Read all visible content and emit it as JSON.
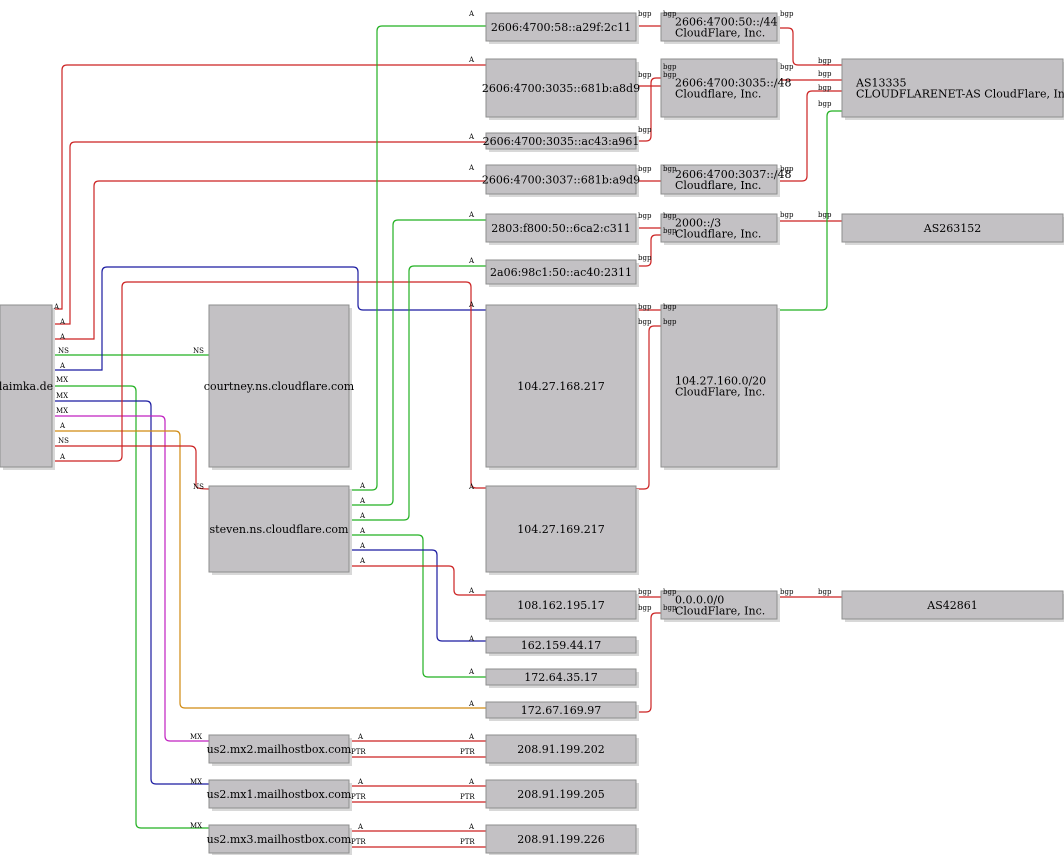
{
  "colors": {
    "green": "#22b022",
    "red": "#cc2222",
    "blue": "#1a1aa0",
    "magenta": "#c020c0",
    "orange": "#d08a10",
    "node_fill": "#c3c1c4"
  },
  "nodes": {
    "laimka": [
      "laimka.de"
    ],
    "courtney": [
      "courtney.ns.cloudflare.com"
    ],
    "steven": [
      "steven.ns.cloudflare.com"
    ],
    "ip_2606_58": [
      "2606:4700:58::a29f:2c11"
    ],
    "ip_3035_a8d9": [
      "2606:4700:3035::681b:a8d9"
    ],
    "ip_3035_a961": [
      "2606:4700:3035::ac43:a961"
    ],
    "ip_3037_a9d9": [
      "2606:4700:3037::681b:a9d9"
    ],
    "ip_2803": [
      "2803:f800:50::6ca2:c311"
    ],
    "ip_2a06": [
      "2a06:98c1:50::ac40:2311"
    ],
    "ip_168": [
      "104.27.168.217"
    ],
    "ip_169": [
      "104.27.169.217"
    ],
    "ip_108": [
      "108.162.195.17"
    ],
    "ip_162": [
      "162.159.44.17"
    ],
    "ip_172_64": [
      "172.64.35.17"
    ],
    "ip_172_67": [
      "172.67.169.97"
    ],
    "ip_202": [
      "208.91.199.202"
    ],
    "ip_205": [
      "208.91.199.205"
    ],
    "ip_226": [
      "208.91.199.226"
    ],
    "net_50_44": [
      "2606:4700:50::/44",
      "CloudFlare, Inc."
    ],
    "net_3035_48": [
      "2606:4700:3035::/48",
      "Cloudflare, Inc."
    ],
    "net_3037_48": [
      "2606:4700:3037::/48",
      "Cloudflare, Inc."
    ],
    "net_2000_3": [
      "2000::/3",
      "Cloudflare, Inc."
    ],
    "net_104_20": [
      "104.27.160.0/20",
      "CloudFlare, Inc."
    ],
    "net_0_0": [
      "0.0.0.0/0",
      "CloudFlare, Inc."
    ],
    "as13335": [
      "AS13335",
      "CLOUDFLARENET-AS CloudFlare, Inc."
    ],
    "as263152": [
      "AS263152"
    ],
    "as42861": [
      "AS42861"
    ],
    "mx2": [
      "us2.mx2.mailhostbox.com"
    ],
    "mx1": [
      "us2.mx1.mailhostbox.com"
    ],
    "mx3": [
      "us2.mx3.mailhostbox.com"
    ]
  },
  "edge_labels": {
    "a": "A",
    "ns": "NS",
    "mx": "MX",
    "ptr": "PTR",
    "bgp": "bgp"
  }
}
